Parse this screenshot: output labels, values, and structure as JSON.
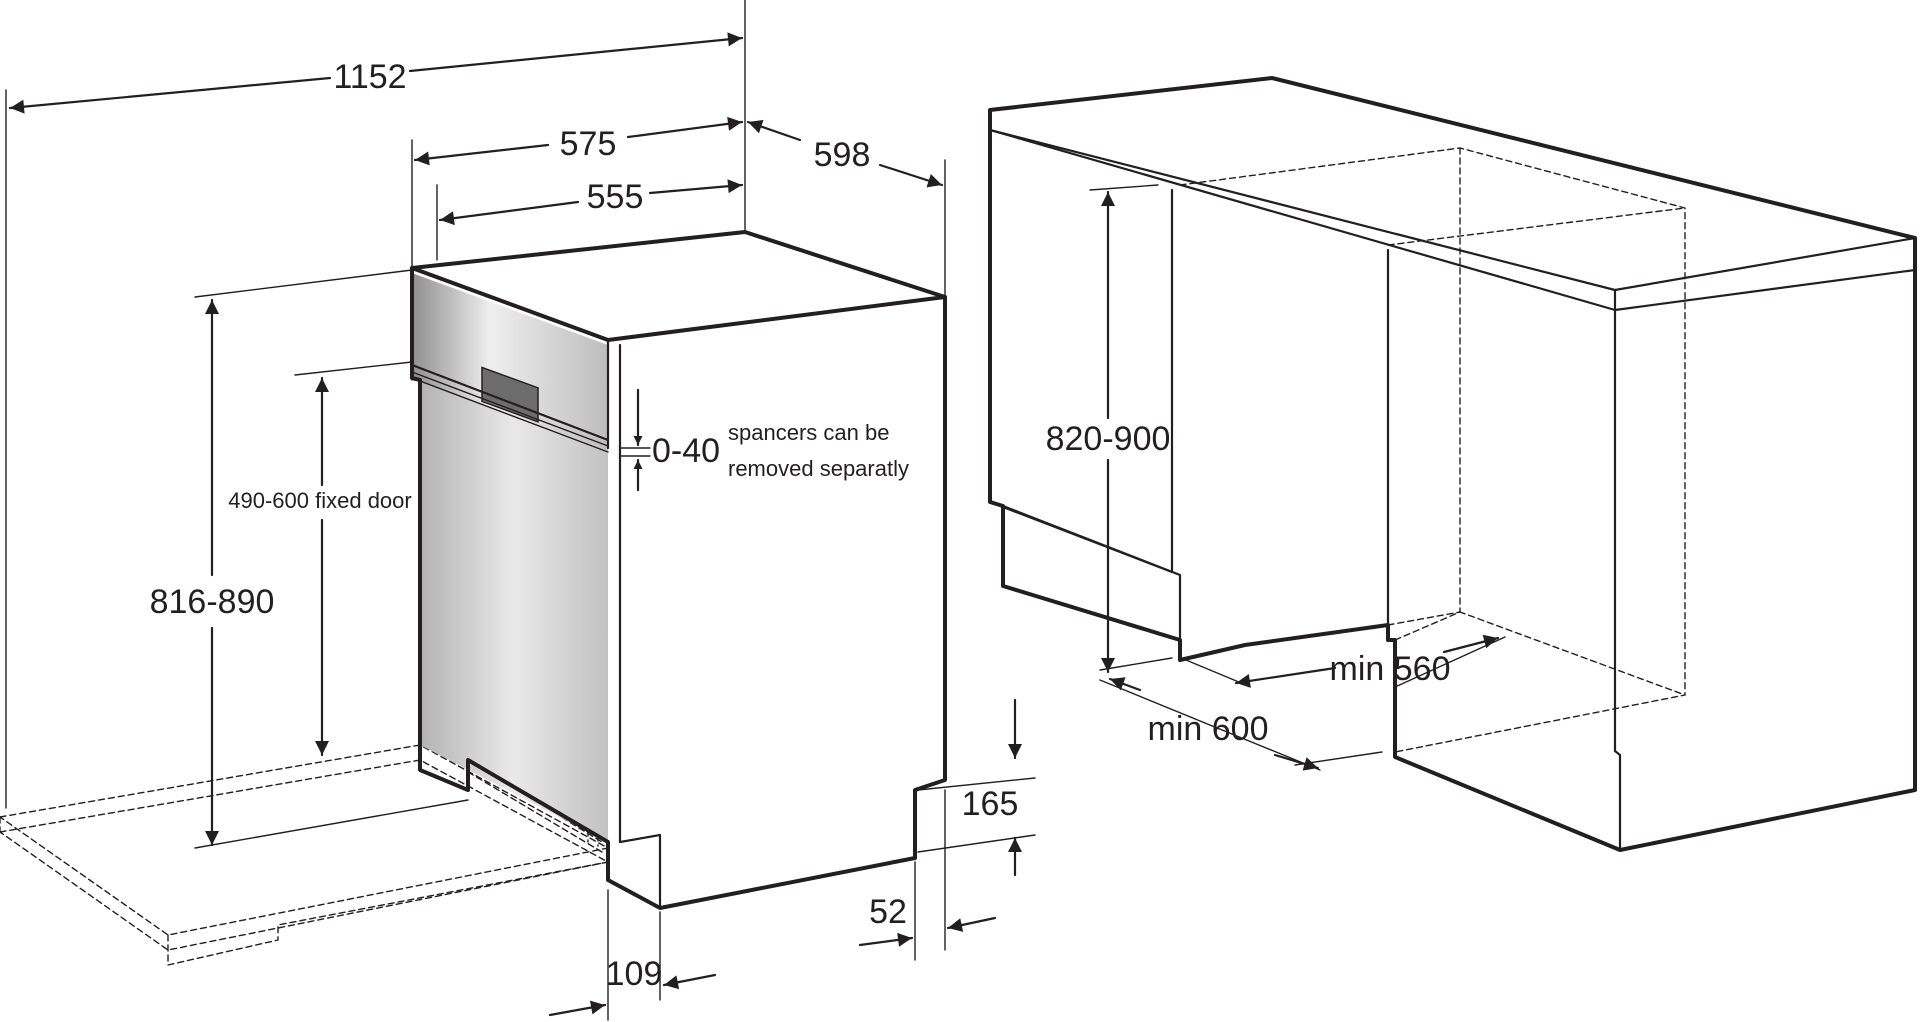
{
  "dimensions": {
    "d1152": "1152",
    "d575": "575",
    "d598": "598",
    "d555": "555",
    "d816_890": "816-890",
    "d490_600": "490-600 fixed door",
    "d0_40": "0-40",
    "note_line1": "spancers can be",
    "note_line2": "removed separatly",
    "d165": "165",
    "d52": "52",
    "d109": "109",
    "d820_900": "820-900",
    "min560": "min 560",
    "min600": "min 600"
  },
  "colors": {
    "line": "#231f20",
    "panel_light": "#e6e6e6",
    "panel_dark": "#9b9b9b",
    "background": "#ffffff"
  }
}
